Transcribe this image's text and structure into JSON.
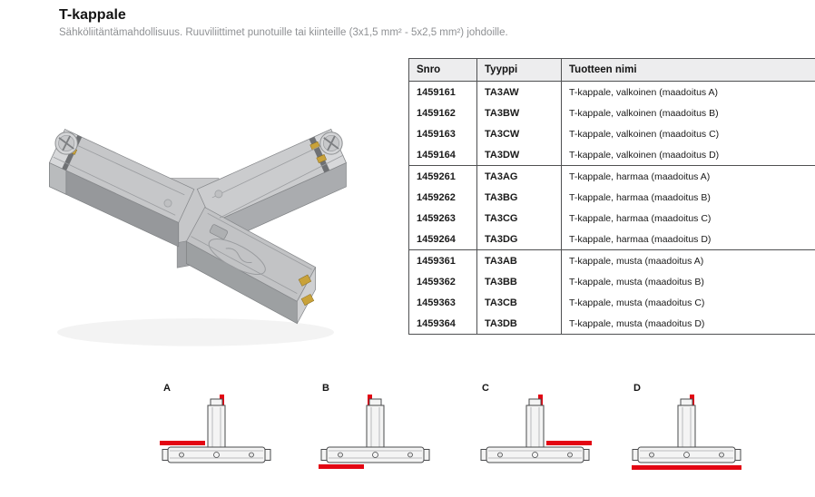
{
  "colors": {
    "accent_red": "#e30613",
    "body_gray": "#c6c7c9"
  },
  "page": {
    "title": "T-kappale",
    "subtitle": "Sähköliitäntämahdollisuus. Ruuviliittimet punotuille tai kiinteille (3x1,5 mm² - 5x2,5 mm²) johdoille."
  },
  "table": {
    "headers": [
      "Snro",
      "Tyyppi",
      "Tuotteen nimi"
    ],
    "rows": [
      {
        "snro": "1459161",
        "tyyppi": "TA3AW",
        "nimi": "T-kappale, valkoinen (maadoitus A)"
      },
      {
        "snro": "1459162",
        "tyyppi": "TA3BW",
        "nimi": "T-kappale, valkoinen (maadoitus B)"
      },
      {
        "snro": "1459163",
        "tyyppi": "TA3CW",
        "nimi": "T-kappale, valkoinen (maadoitus C)"
      },
      {
        "snro": "1459164",
        "tyyppi": "TA3DW",
        "nimi": "T-kappale, valkoinen (maadoitus D)"
      },
      {
        "snro": "1459261",
        "tyyppi": "TA3AG",
        "nimi": "T-kappale, harmaa (maadoitus A)"
      },
      {
        "snro": "1459262",
        "tyyppi": "TA3BG",
        "nimi": "T-kappale, harmaa (maadoitus B)"
      },
      {
        "snro": "1459263",
        "tyyppi": "TA3CG",
        "nimi": "T-kappale, harmaa (maadoitus C)"
      },
      {
        "snro": "1459264",
        "tyyppi": "TA3DG",
        "nimi": "T-kappale, harmaa (maadoitus D)"
      },
      {
        "snro": "1459361",
        "tyyppi": "TA3AB",
        "nimi": "T-kappale, musta (maadoitus A)"
      },
      {
        "snro": "1459362",
        "tyyppi": "TA3BB",
        "nimi": "T-kappale, musta (maadoitus B)"
      },
      {
        "snro": "1459363",
        "tyyppi": "TA3CB",
        "nimi": "T-kappale, musta (maadoitus C)"
      },
      {
        "snro": "1459364",
        "tyyppi": "TA3DB",
        "nimi": "T-kappale, musta (maadoitus D)"
      }
    ]
  },
  "diagrams": [
    {
      "label": "A"
    },
    {
      "label": "B"
    },
    {
      "label": "C"
    },
    {
      "label": "D"
    }
  ]
}
